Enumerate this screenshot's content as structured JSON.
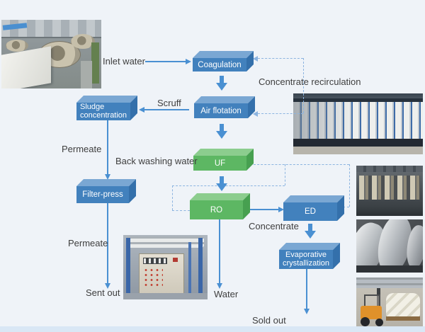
{
  "nodes": {
    "coagulation": {
      "label": "Coagulation"
    },
    "air_flotation": {
      "label": "Air flotation"
    },
    "sludge_concentration": {
      "line1": "Sludge",
      "line2": "concentration"
    },
    "uf": {
      "label": "UF"
    },
    "ro": {
      "label": "RO"
    },
    "ed": {
      "label": "ED"
    },
    "filter_press": {
      "label": "Filter-press"
    },
    "evaporative_crystallization": {
      "line1": "Evaporative",
      "line2": "crystallization"
    }
  },
  "labels": {
    "inlet_water": "Inlet water",
    "concentrate_recirculation": "Concentrate recirculation",
    "scruff": "Scruff",
    "back_washing_water": "Back washing water",
    "permeate_top": "Permeate",
    "permeate_bottom": "Permeate",
    "sent_out": "Sent out",
    "water": "Water",
    "concentrate": "Concentrate",
    "sold_out": "Sold out"
  },
  "photos": {
    "top_left": "wastewater-plant-aerial-photo",
    "right_upper": "uf-membrane-rack-photo",
    "right_ed": "ed-stack-hall-photo",
    "right_evaporator": "evaporator-vessels-photo",
    "right_forklift": "forklift-product-bags-photo",
    "bottom_center": "control-cabinet-skid-photo"
  },
  "colors": {
    "background": "#eff3f8",
    "bottom_bar": "#d9e7f5",
    "box_blue_front": "#4281bd",
    "box_blue_top": "#7aa7d3",
    "box_blue_side": "#3470ab",
    "box_green_front": "#5db763",
    "box_green_top": "#8ccd8e",
    "box_green_side": "#47a050",
    "solid_arrow": "#4a90d2",
    "dashed_line": "#8cb4e0",
    "label_text": "#3e3e3e",
    "box_text": "#ffffff"
  }
}
